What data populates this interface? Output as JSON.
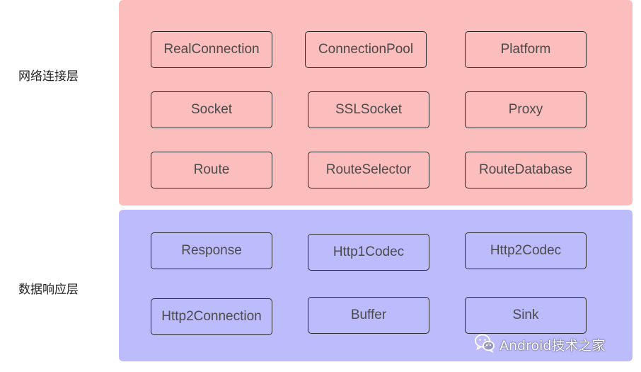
{
  "layers": {
    "network": {
      "label": "网络连接层",
      "color": "#fcbdbd",
      "nodes": [
        "RealConnection",
        "ConnectionPool",
        "Platform",
        "Socket",
        "SSLSocket",
        "Proxy",
        "Route",
        "RouteSelector",
        "RouteDatabase"
      ]
    },
    "data": {
      "label": "数据响应层",
      "color": "#bcbcfc",
      "nodes": [
        "Response",
        "Http1Codec",
        "Http2Codec",
        "Http2Connection",
        "Buffer",
        "Sink"
      ]
    }
  },
  "watermark": {
    "icon": "wechat-icon",
    "text": "Android技术之家"
  }
}
